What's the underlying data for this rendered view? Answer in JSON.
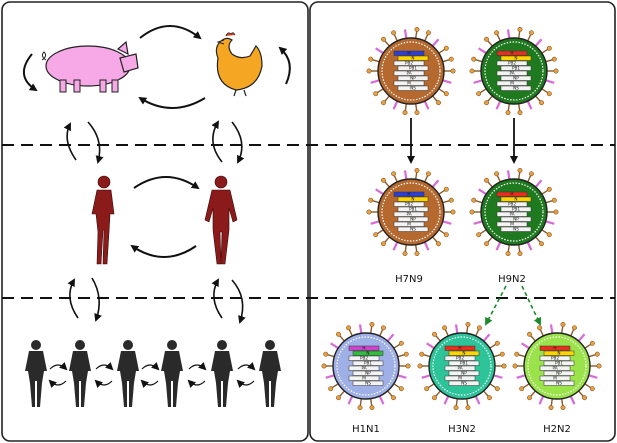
{
  "virus_labels": {
    "h7n9": "H7N9",
    "h9n2": "H9N2",
    "h1n1": "H1N1",
    "h3n2": "H3N2",
    "h2n2": "H2N2"
  },
  "segment_labels": [
    "H",
    "N",
    "PB2",
    "PB1",
    "PA",
    "NP",
    "M",
    "NS"
  ],
  "icons": {
    "pig": "pig-icon",
    "chicken": "chicken-icon",
    "human": "human-figure-icon",
    "virus": "influenza-virus-icon"
  },
  "colors": {
    "pig": "#f7a8e6",
    "chicken": "#f5a623",
    "human_infected": "#8b1a1a",
    "human_population": "#2a2a2a",
    "h7n9_shell": "#b5692f",
    "h9n2_shell": "#1f7a1f",
    "h1n1_shell": "#9fb0e6",
    "h3n2_shell": "#2ec49a",
    "h2n2_shell": "#9be34a"
  }
}
